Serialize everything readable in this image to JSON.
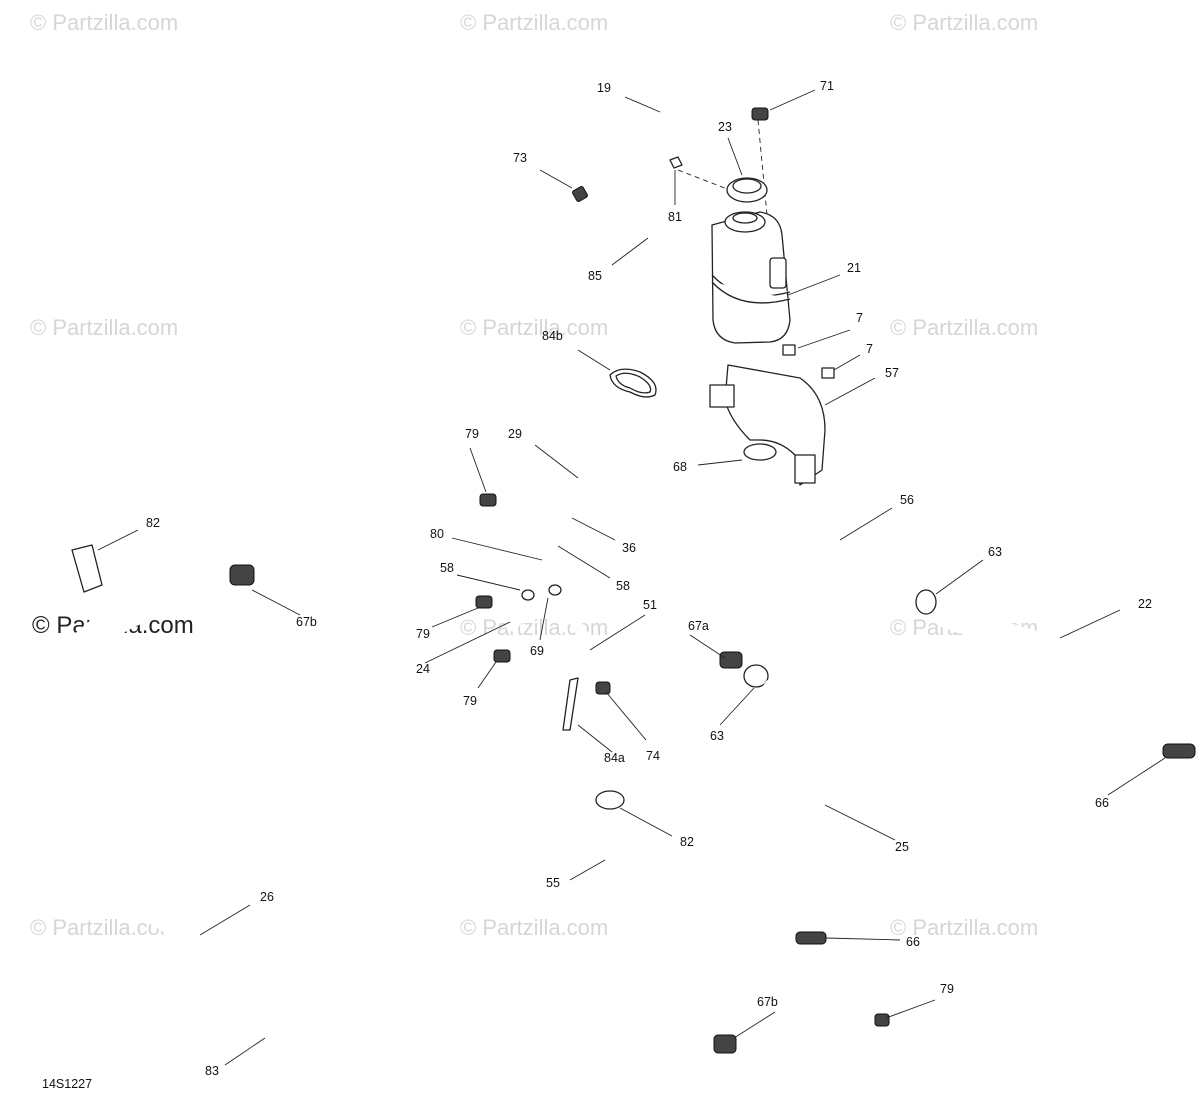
{
  "diagram_code": "14S1227",
  "watermark_text": "© Partzilla.com",
  "callouts": [
    {
      "id": "c19",
      "label": "19"
    },
    {
      "id": "c71",
      "label": "71"
    },
    {
      "id": "c23",
      "label": "23"
    },
    {
      "id": "c73",
      "label": "73"
    },
    {
      "id": "c81",
      "label": "81"
    },
    {
      "id": "c21",
      "label": "21"
    },
    {
      "id": "c85",
      "label": "85"
    },
    {
      "id": "c7a",
      "label": "7"
    },
    {
      "id": "c7b",
      "label": "7"
    },
    {
      "id": "c84b",
      "label": "84b"
    },
    {
      "id": "c57",
      "label": "57"
    },
    {
      "id": "c79a",
      "label": "79"
    },
    {
      "id": "c29",
      "label": "29"
    },
    {
      "id": "c68",
      "label": "68"
    },
    {
      "id": "c56",
      "label": "56"
    },
    {
      "id": "c82a",
      "label": "82"
    },
    {
      "id": "c80",
      "label": "80"
    },
    {
      "id": "c36",
      "label": "36"
    },
    {
      "id": "c63a",
      "label": "63"
    },
    {
      "id": "c58a",
      "label": "58"
    },
    {
      "id": "c58b",
      "label": "58"
    },
    {
      "id": "c22",
      "label": "22"
    },
    {
      "id": "c67b_a",
      "label": "67b"
    },
    {
      "id": "c51",
      "label": "51"
    },
    {
      "id": "c79b",
      "label": "79"
    },
    {
      "id": "c67a",
      "label": "67a"
    },
    {
      "id": "c69",
      "label": "69"
    },
    {
      "id": "c24",
      "label": "24"
    },
    {
      "id": "c79c",
      "label": "79"
    },
    {
      "id": "c63b",
      "label": "63"
    },
    {
      "id": "c74",
      "label": "74"
    },
    {
      "id": "c84a",
      "label": "84a"
    },
    {
      "id": "c66a",
      "label": "66"
    },
    {
      "id": "c82b",
      "label": "82"
    },
    {
      "id": "c25",
      "label": "25"
    },
    {
      "id": "c55",
      "label": "55"
    },
    {
      "id": "c26",
      "label": "26"
    },
    {
      "id": "c66b",
      "label": "66"
    },
    {
      "id": "c79d",
      "label": "79"
    },
    {
      "id": "c67b_b",
      "label": "67b"
    },
    {
      "id": "c83",
      "label": "83"
    }
  ]
}
